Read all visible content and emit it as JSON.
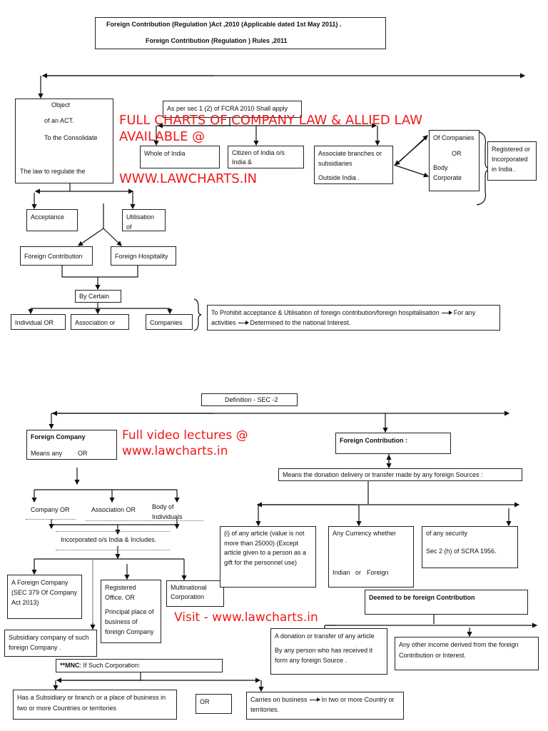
{
  "title": {
    "line1": "Foreign Contribution (Regulation )Act ,2010 (Applicable dated  1st May 2011) .",
    "line2": "Foreign Contribution (Regulation ) Rules ,2011"
  },
  "object": {
    "l1": "Object",
    "l2": "of an ACT.",
    "l3": "To the Consolidate",
    "l4": "The law to regulate the"
  },
  "apply": {
    "label": "As per sec 1 (2) of FCRA 2010 Shall apply",
    "whole": "Whole of India",
    "citizen": "Citizen of India o/s India &",
    "associate1": "Associate branches or subsidiaries",
    "associate2": "Outside India .",
    "companies1": "Of Companies",
    "companies_or": "OR",
    "companies2": "Body Corporate",
    "registered": "Registered or Incorporated in India ."
  },
  "watermarks": {
    "w1": "FULL CHARTS OF COMPANY LAW & ALLIED LAW",
    "w2": "AVAILABLE @",
    "w3": "WWW.LAWCHARTS.IN",
    "w4": "Full video lectures @",
    "w5": "www.lawcharts.in",
    "w6": "Visit - www.lawcharts.in"
  },
  "regulate": {
    "acceptance": "Acceptance",
    "utilisation": "Utilisation of",
    "fc": "Foreign Contribution",
    "fh": "Foreign Hospitality",
    "by_certain": "By Certain",
    "individual": "Individual OR",
    "association": "Association  or",
    "companies": "Companies",
    "prohibit1": "To Prohibit acceptance & Utilisation of foreign contribution/foreign hospitalisation",
    "prohibit2": "For any",
    "prohibit3": "activities",
    "prohibit4": "Determined to the national Interest."
  },
  "definition": {
    "label": "Definition -  SEC -2"
  },
  "foreign_company": {
    "title": "Foreign Company",
    "means": "Means any",
    "or": "OR",
    "company_or": "Company  OR",
    "association_or": "Association OR",
    "body": "Body of Individuals",
    "incorporated": "Incorporated o/s India & Includes.",
    "fc_box": "A Foreign Company (SEC 379 Of Company Act 2013)",
    "registered": "Registered Office.  OR",
    "principal": "Principal place of business of foreign Company",
    "mnc": "Multinational Corporation",
    "subsidiary": "Subsidiary company of such foreign Company ."
  },
  "mnc": {
    "label_bold": "**MNC",
    "label": ": If Such Corporation:",
    "has": "Has a Subsidiary or branch or a place of business in two or more Countries or territories",
    "or": "OR",
    "carries1": "Carries on business",
    "carries2": "In two or more Country or territories."
  },
  "foreign_contribution": {
    "title": "Foreign Contribution :",
    "means": "Means the donation delivery or transfer made by any foreign Sources :",
    "article": "(i) of any article (value is not more than 25000) (Except article given to a person as a gift for the personnel use)",
    "currency": "Any Currency whether",
    "indian": "Indian",
    "or": "or",
    "foreign": "Foreign",
    "security": "of any security",
    "sec2h": "Sec 2 (h) of SCRA 1956.",
    "deemed": "Deemed to be foreign Contribution",
    "donation1": "A donation or transfer of any article",
    "donation2": "By any person who has received it form any foreign Source .",
    "other": "Any other income derived from the foreign Contribution or Interest."
  }
}
